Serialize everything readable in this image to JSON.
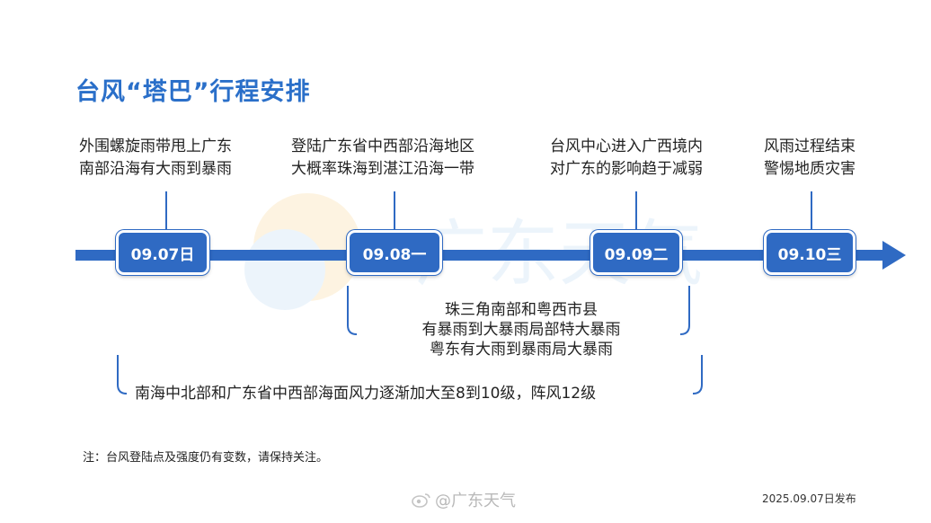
{
  "title": "台风“塔巴”行程安排",
  "timeline": [
    {
      "date": "09.07日",
      "text_lines": [
        "外围螺旋雨带甩上广东",
        "南部沿海有大雨到暴雨"
      ]
    },
    {
      "date": "09.08一",
      "text_lines": [
        "登陆广东省中西部沿海地区",
        "大概率珠海到湛江沿海一带"
      ]
    },
    {
      "date": "09.09二",
      "text_lines": [
        "台风中心进入广西境内",
        "对广东的影响趋于减弱"
      ]
    },
    {
      "date": "09.10三",
      "text_lines": [
        "风雨过程结束",
        "警惕地质灾害"
      ]
    }
  ],
  "range_rain": [
    "珠三角南部和粤西市县",
    "有暴雨到大暴雨局部特大暴雨",
    "粤东有大雨到暴雨局大暴雨"
  ],
  "range_wind": "南海中北部和广东省中西部海面风力逐渐加大至8到10级，阵风12级",
  "note": "注：台风登陆点及强度仍有变数，请保持关注。",
  "watermark": "@广东天气",
  "publish": "2025.09.07日发布",
  "colors": {
    "accent": "#2f6ac3",
    "title": "#2a6fc9"
  }
}
